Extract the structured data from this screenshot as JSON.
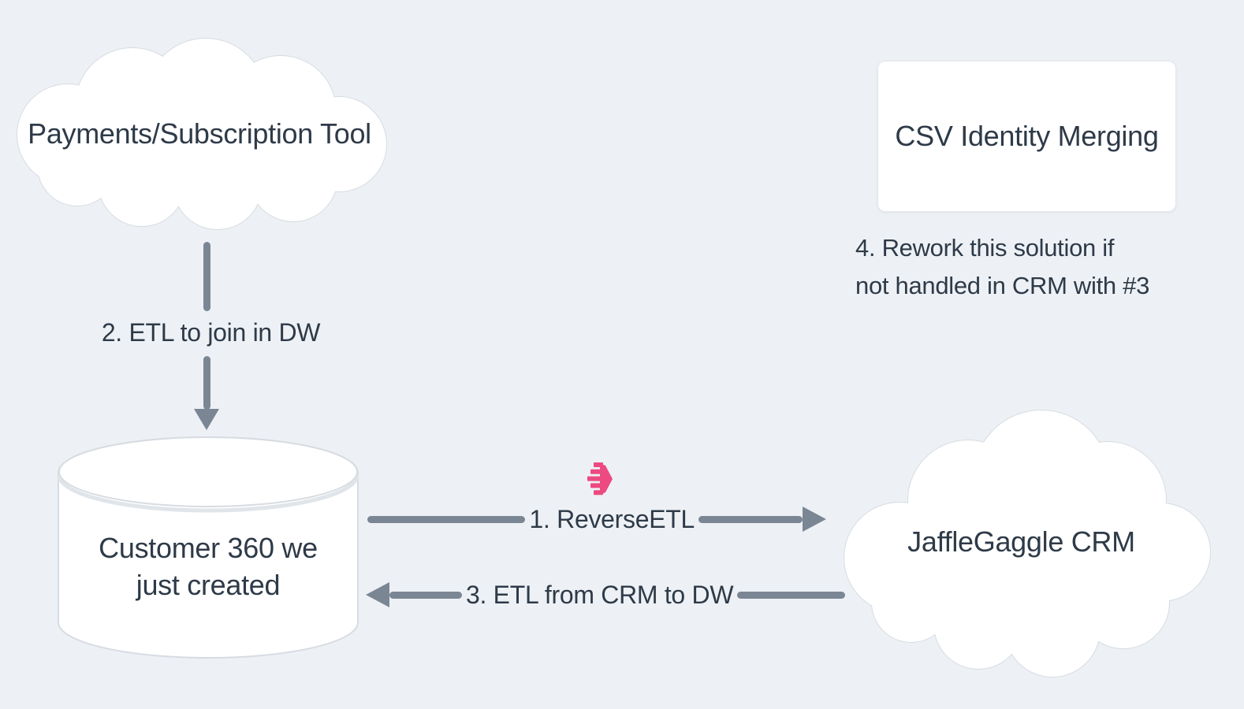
{
  "theme": {
    "background": "#edf1f5",
    "text_color": "#2e3a48",
    "arrow_color": "#7b8694",
    "shape_fill": "#ffffff",
    "shape_border": "#d7dce2",
    "accent_pink": "#ec4a80"
  },
  "nodes": {
    "payments_cloud": {
      "label": "Payments/Subscription Tool"
    },
    "csv_box": {
      "label": "CSV Identity Merging"
    },
    "warehouse_cylinder": {
      "line1": "Customer 360 we",
      "line2": "just created"
    },
    "crm_cloud": {
      "label": "JaffleGaggle CRM"
    }
  },
  "edges": {
    "etl_to_dw": {
      "label": "2. ETL to join in DW",
      "direction": "down"
    },
    "reverse_etl": {
      "label": "1. ReverseETL",
      "direction": "right"
    },
    "etl_from_crm": {
      "label": "3. ETL from CRM to DW",
      "direction": "left"
    }
  },
  "annotations": {
    "rework": {
      "line1": "4. Rework this solution if",
      "line2": "not handled in CRM with #3"
    }
  },
  "icons": {
    "logo": "hightouch-logo-icon"
  }
}
